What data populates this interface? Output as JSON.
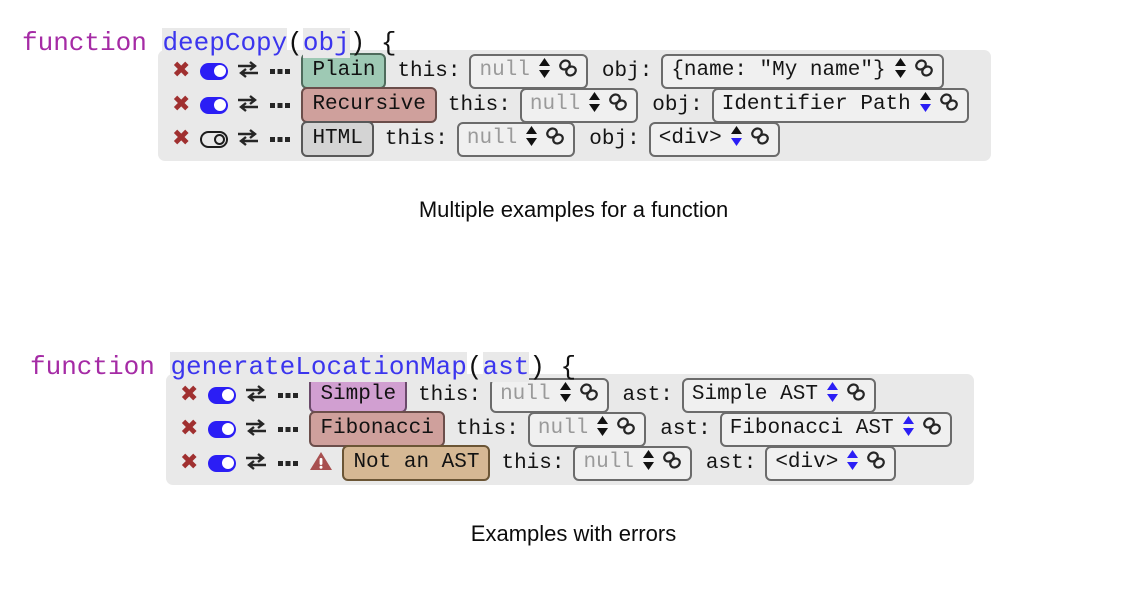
{
  "page": {
    "background": "#ffffff",
    "accent_blue": "#2b1ef5",
    "delete_red": "#a03030"
  },
  "blocks": [
    {
      "id": "deep-copy",
      "signature": {
        "keyword": "function ",
        "name": "deepCopy",
        "open_paren": "(",
        "arg": "obj",
        "close_paren": ") {"
      },
      "caption": "Multiple examples for a function",
      "rows": [
        {
          "delete_label": "✖",
          "toggle_state": "on",
          "swap_label": "swap-icon",
          "more_label": "more-icon",
          "has_warning": false,
          "chip": {
            "text": "Plain",
            "bg": "#9ec9b4",
            "border": "#4f6b5c"
          },
          "fields": [
            {
              "arg": "this:",
              "value": "null",
              "muted": true,
              "stepper": "black"
            },
            {
              "arg": "obj:",
              "value": "{name: \"My name\"}",
              "muted": false,
              "stepper": "black"
            }
          ]
        },
        {
          "delete_label": "✖",
          "toggle_state": "on",
          "swap_label": "swap-icon",
          "more_label": "more-icon",
          "has_warning": false,
          "chip": {
            "text": "Recursive",
            "bg": "#cfa09c",
            "border": "#6b4e4b"
          },
          "fields": [
            {
              "arg": "this:",
              "value": "null",
              "muted": true,
              "stepper": "black"
            },
            {
              "arg": "obj:",
              "value": "Identifier Path",
              "muted": false,
              "stepper": "blue"
            }
          ]
        },
        {
          "delete_label": "✖",
          "toggle_state": "off",
          "swap_label": "swap-icon",
          "more_label": "more-icon",
          "has_warning": false,
          "chip": {
            "text": "HTML",
            "bg": "#d4d4d4",
            "border": "#585858"
          },
          "fields": [
            {
              "arg": "this:",
              "value": "null",
              "muted": true,
              "stepper": "black"
            },
            {
              "arg": "obj:",
              "value": "<div>",
              "muted": false,
              "stepper": "blue"
            }
          ]
        }
      ]
    },
    {
      "id": "generate-location-map",
      "signature": {
        "keyword": "function ",
        "name": "generateLocationMap",
        "open_paren": "(",
        "arg": "ast",
        "close_paren": ") {"
      },
      "caption": "Examples with errors",
      "rows": [
        {
          "delete_label": "✖",
          "toggle_state": "on",
          "swap_label": "swap-icon",
          "more_label": "more-icon",
          "has_warning": false,
          "chip": {
            "text": "Simple",
            "bg": "#d19fd1",
            "border": "#6b4a6b"
          },
          "fields": [
            {
              "arg": "this:",
              "value": "null",
              "muted": true,
              "stepper": "black"
            },
            {
              "arg": "ast:",
              "value": "Simple AST",
              "muted": false,
              "stepper": "blue"
            }
          ]
        },
        {
          "delete_label": "✖",
          "toggle_state": "on",
          "swap_label": "swap-icon",
          "more_label": "more-icon",
          "has_warning": false,
          "chip": {
            "text": "Fibonacci",
            "bg": "#cfa09c",
            "border": "#6b4e4b"
          },
          "fields": [
            {
              "arg": "this:",
              "value": "null",
              "muted": true,
              "stepper": "black"
            },
            {
              "arg": "ast:",
              "value": "Fibonacci AST",
              "muted": false,
              "stepper": "blue"
            }
          ]
        },
        {
          "delete_label": "✖",
          "toggle_state": "on",
          "swap_label": "swap-icon",
          "more_label": "more-icon",
          "has_warning": true,
          "warning_label": "warning-icon",
          "chip": {
            "text": "Not an AST",
            "bg": "#d6b894",
            "border": "#6b5535"
          },
          "fields": [
            {
              "arg": "this:",
              "value": "null",
              "muted": true,
              "stepper": "black"
            },
            {
              "arg": "ast:",
              "value": "<div>",
              "muted": false,
              "stepper": "blue"
            }
          ]
        }
      ]
    }
  ]
}
